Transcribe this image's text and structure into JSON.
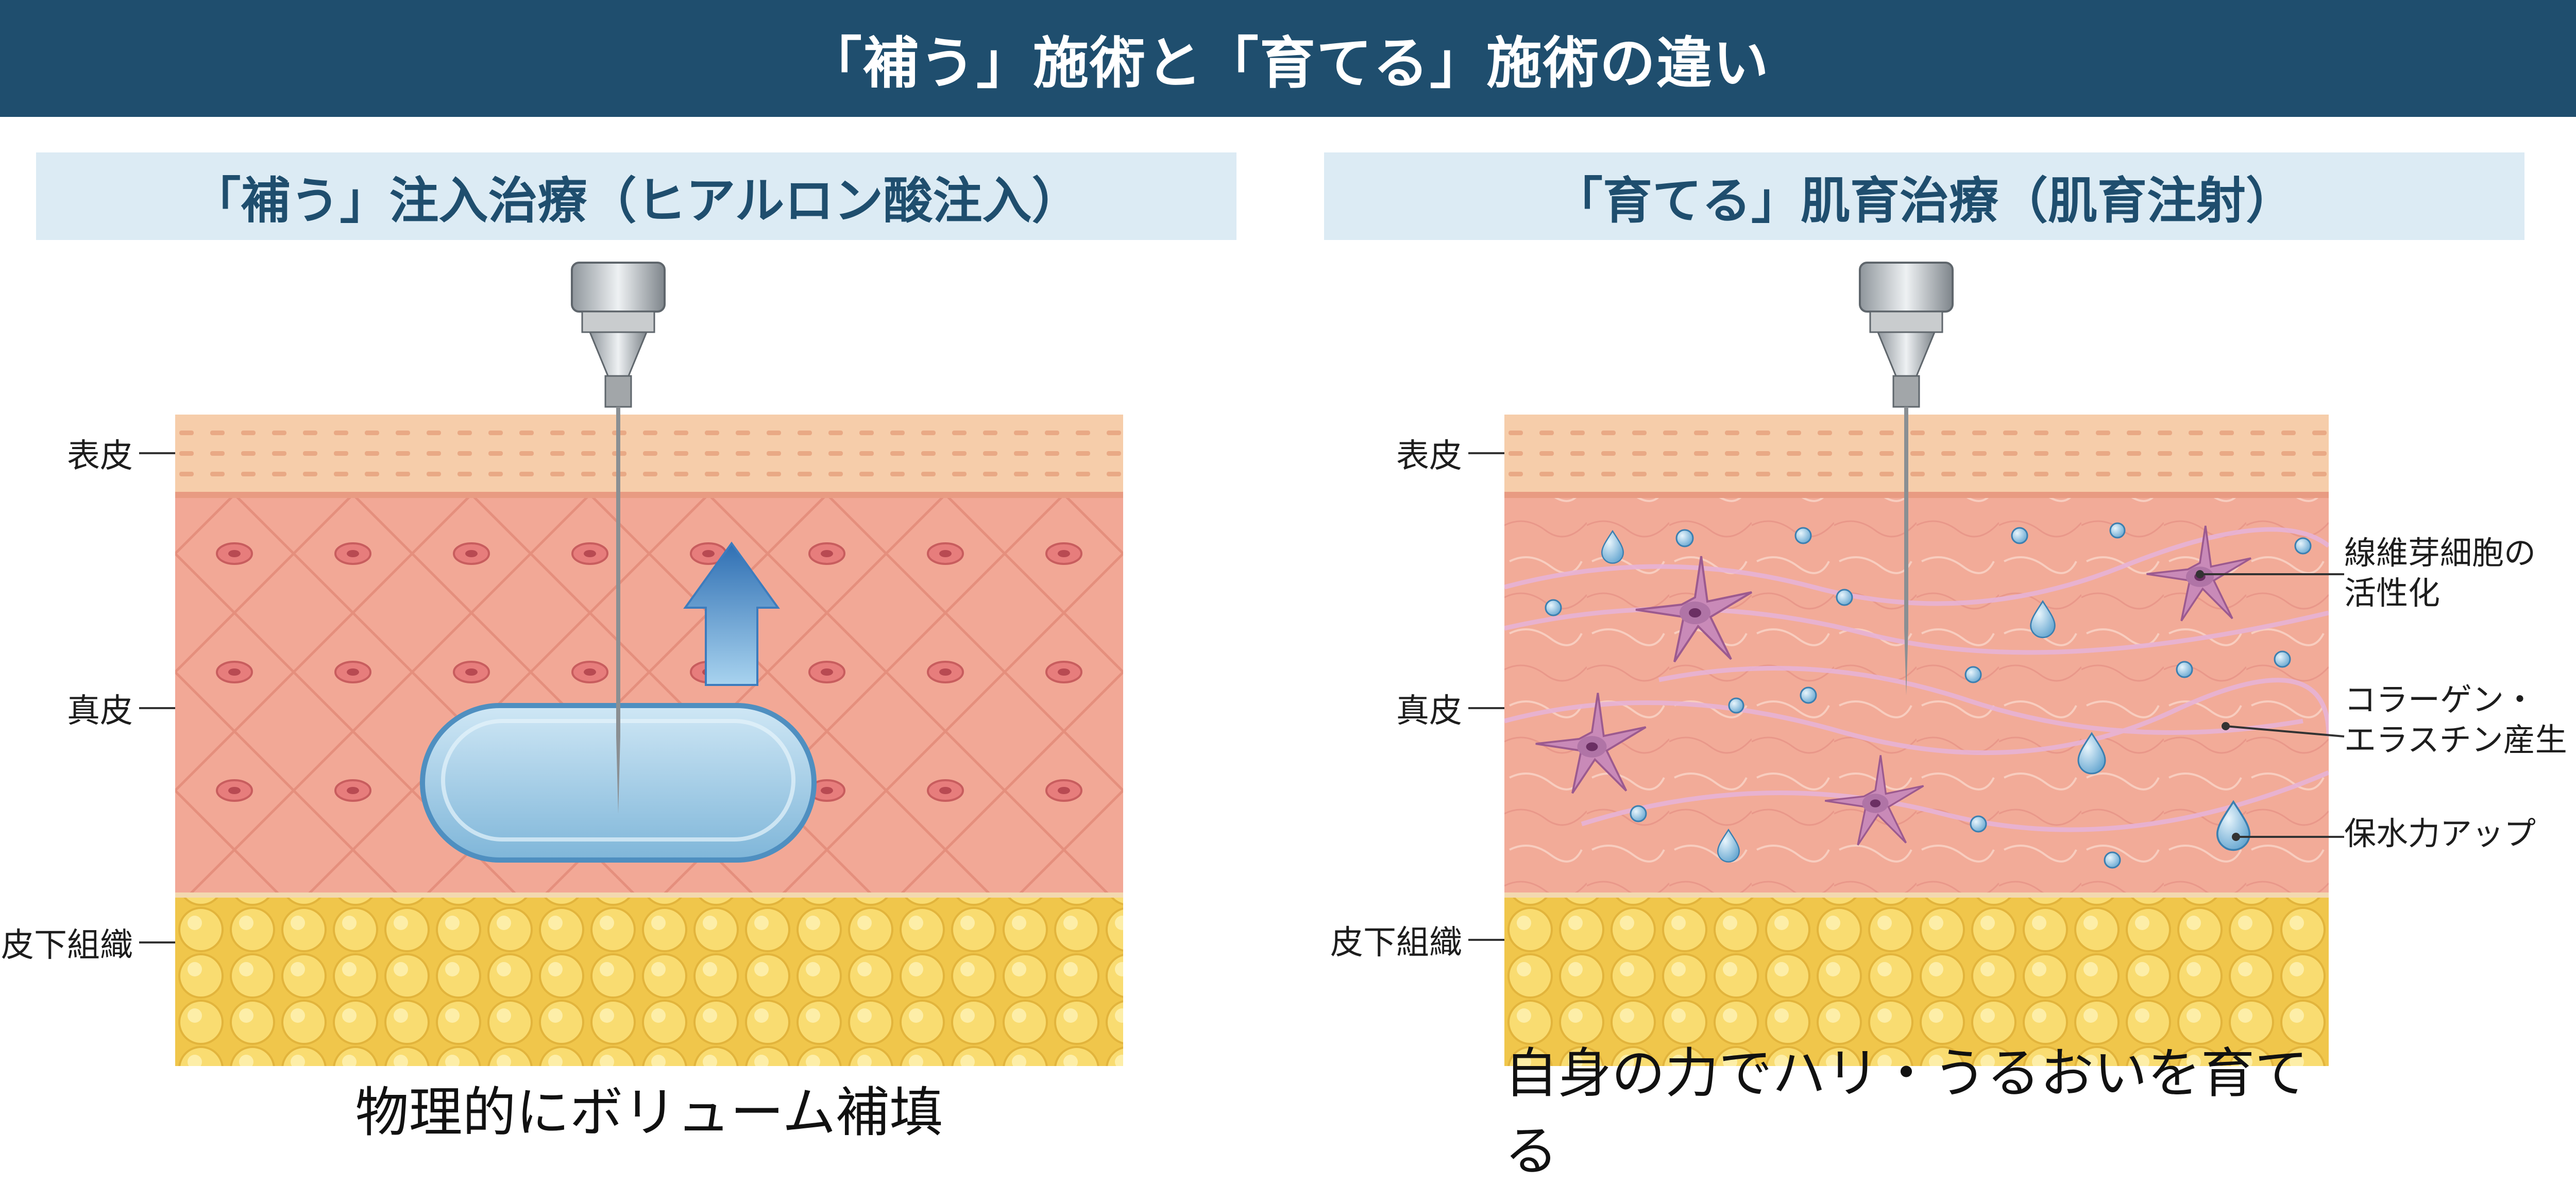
{
  "header": {
    "title": "「補う」施術と「育てる」施術の違い"
  },
  "left_panel": {
    "heading": "「補う」注入治療（ヒアルロン酸注入）",
    "layers": {
      "epidermis": "表皮",
      "dermis": "真皮",
      "subcutis": "皮下組織"
    },
    "caption": "物理的にボリューム補填"
  },
  "right_panel": {
    "heading": "「育てる」肌育治療（肌育注射）",
    "layers": {
      "epidermis": "表皮",
      "dermis": "真皮",
      "subcutis": "皮下組織"
    },
    "annotations": {
      "fibroblast_line1": "線維芽細胞の",
      "fibroblast_line2": "活性化",
      "collagen_line1": "コラーゲン・",
      "collagen_line2": "エラスチン産生",
      "water": "保水力アップ"
    },
    "caption": "自身の力でハリ・うるおいを育てる"
  },
  "colors": {
    "title_bar": "#1f4e6e",
    "panel_heading_bg": "#dcebf4",
    "epidermis": "#f6cdaa",
    "dermis": "#f2a896",
    "subcutis": "#f7d869",
    "filler_gel": "#9ccbe6",
    "arrow": "#4f8fcb",
    "fibroblast": "#c98ab8"
  },
  "icons": [
    "syringe-needle-icon",
    "up-arrow-icon",
    "hyaluronic-gel-icon",
    "fibroblast-cell-icon",
    "water-droplet-icon"
  ]
}
